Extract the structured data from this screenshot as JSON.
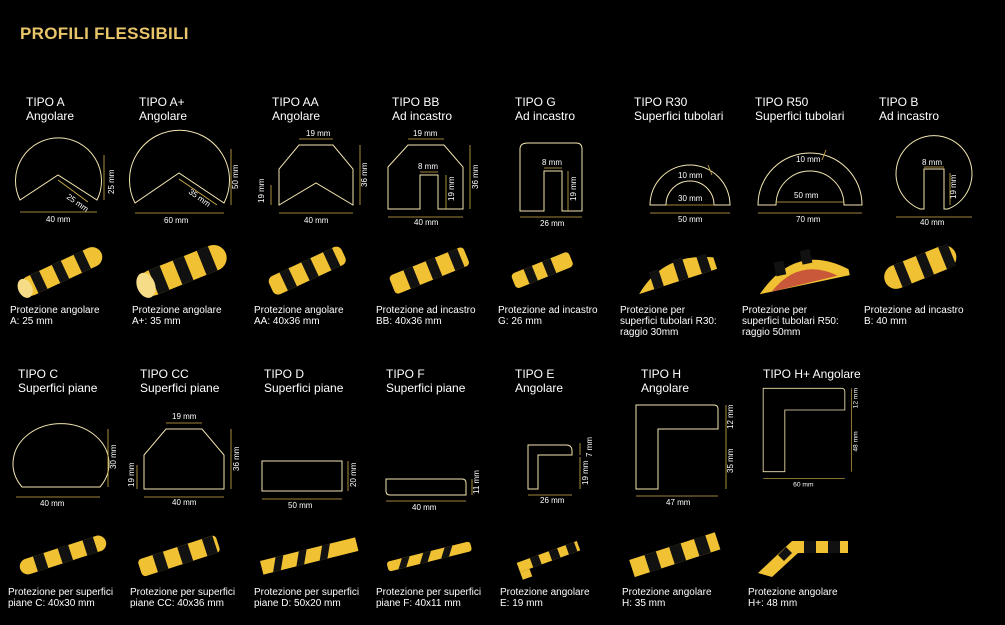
{
  "page": {
    "title": "PROFILI FLESSIBILI"
  },
  "colors": {
    "accent": "#e8c46a",
    "outline": "#f3e6b0",
    "yellow": "#f0c233",
    "black": "#111111"
  },
  "profiles": [
    {
      "id": "a",
      "name": "TIPO A",
      "category": "Angolare",
      "dims": [
        "25 mm",
        "40 mm",
        "25 mm"
      ],
      "desc": [
        "Protezione angolare",
        "A: 25 mm"
      ]
    },
    {
      "id": "aplus",
      "name": "TIPO A+",
      "category": "Angolare",
      "dims": [
        "35 mm",
        "60 mm",
        "50 mm"
      ],
      "desc": [
        "Protezione angolare",
        "A+: 35 mm"
      ]
    },
    {
      "id": "aa",
      "name": "TIPO AA",
      "category": "Angolare",
      "dims": [
        "19 mm",
        "40 mm",
        "19 mm",
        "36 mm"
      ],
      "desc": [
        "Protezione angolare",
        "AA: 40x36 mm"
      ]
    },
    {
      "id": "bb",
      "name": "TIPO BB",
      "category": "Ad incastro",
      "dims": [
        "19 mm",
        "8 mm",
        "40 mm",
        "19 mm",
        "36 mm"
      ],
      "desc": [
        "Protezione ad incastro",
        "BB: 40x36 mm"
      ]
    },
    {
      "id": "g",
      "name": "TIPO G",
      "category": "Ad incastro",
      "dims": [
        "8 mm",
        "26 mm",
        "19 mm"
      ],
      "desc": [
        "Protezione ad incastro",
        "G: 26 mm"
      ]
    },
    {
      "id": "r30",
      "name": "TIPO  R30",
      "category": "Superfici tubolari",
      "dims": [
        "10 mm",
        "30 mm",
        "50 mm"
      ],
      "desc": [
        "Protezione per",
        "superfici tubolari R30:",
        "raggio 30mm"
      ]
    },
    {
      "id": "r50",
      "name": "TIPO  R50",
      "category": "Superfici tubolari",
      "dims": [
        "10 mm",
        "50 mm",
        "70 mm"
      ],
      "desc": [
        "Protezione per",
        "superfici tubolari R50:",
        "raggio 50mm"
      ]
    },
    {
      "id": "b",
      "name": "TIPO  B",
      "category": "Ad incastro",
      "dims": [
        "8 mm",
        "40 mm",
        "19 mm"
      ],
      "desc": [
        "Protezione ad incastro",
        "B: 40 mm"
      ]
    },
    {
      "id": "c",
      "name": "TIPO C",
      "category": "Superfici piane",
      "dims": [
        "40 mm",
        "30 mm"
      ],
      "desc": [
        "Protezione per superfici",
        "piane C: 40x30 mm"
      ]
    },
    {
      "id": "cc",
      "name": "TIPO CC",
      "category": "Superfici piane",
      "dims": [
        "19 mm",
        "40 mm",
        "19 mm",
        "36 mm"
      ],
      "desc": [
        "Protezione per superfici",
        "piane CC: 40x36 mm"
      ]
    },
    {
      "id": "d",
      "name": "TIPO D",
      "category": "Superfici piane",
      "dims": [
        "50 mm",
        "20 mm"
      ],
      "desc": [
        "Protezione per superfici",
        "piane D: 50x20 mm"
      ]
    },
    {
      "id": "f",
      "name": "TIPO F",
      "category": "Superfici piane",
      "dims": [
        "40 mm",
        "11 mm"
      ],
      "desc": [
        "Protezione per superfici",
        "piane F: 40x11 mm"
      ]
    },
    {
      "id": "e",
      "name": "TIPO E",
      "category": "Angolare",
      "dims": [
        "26 mm",
        "19 mm",
        "7 mm"
      ],
      "desc": [
        "Protezione angolare",
        "E: 19 mm"
      ]
    },
    {
      "id": "h",
      "name": "TIPO H",
      "category": "Angolare",
      "dims": [
        "47 mm",
        "12 mm",
        "35 mm"
      ],
      "desc": [
        "Protezione angolare",
        "H: 35 mm"
      ]
    },
    {
      "id": "hplus",
      "name": "TIPO H+ Angolare",
      "category": "",
      "dims": [
        "60 mm",
        "12 mm",
        "48 mm"
      ],
      "desc": [
        "Protezione angolare",
        "H+: 48 mm"
      ]
    }
  ]
}
